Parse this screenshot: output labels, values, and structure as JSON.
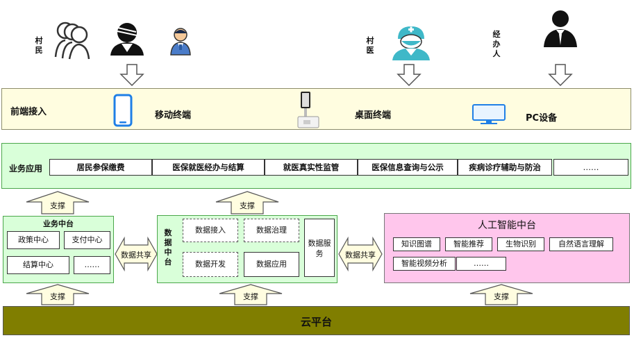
{
  "roles": {
    "villager": "村民",
    "village_doctor": "村医",
    "handler": "经办人"
  },
  "front": {
    "title": "前端接入",
    "mobile": "移动终端",
    "desktop": "桌面终端",
    "pc": "PC设备"
  },
  "business_app": {
    "title": "业务应用",
    "items": [
      "居民参保缴费",
      "医保就医经办与结算",
      "就医真实性监管",
      "医保信息查询与公示",
      "疾病诊疗辅助与防治",
      "……"
    ]
  },
  "support_label": "支撑",
  "share_label": "数据共享",
  "business_center": {
    "title": "业务中台",
    "items": [
      "政策中心",
      "支付中心",
      "结算中心",
      "……"
    ]
  },
  "data_center": {
    "title": "数据中台",
    "items": [
      "数据接入",
      "数据治理",
      "数据开发",
      "数据应用"
    ],
    "service": "数据服务"
  },
  "ai_center": {
    "title": "人工智能中台",
    "items": [
      "知识图谱",
      "智能推荐",
      "生物识别",
      "自然语言理解",
      "智能视频分析",
      "……"
    ]
  },
  "cloud": "云平台",
  "colors": {
    "front_bg": "#fffde0",
    "green_bg": "#d9ffd9",
    "green_border": "#4aa64a",
    "ai_bg": "#ffc6ec",
    "cloud_bg": "#807e00",
    "arrow_fill": "#fffde0"
  }
}
